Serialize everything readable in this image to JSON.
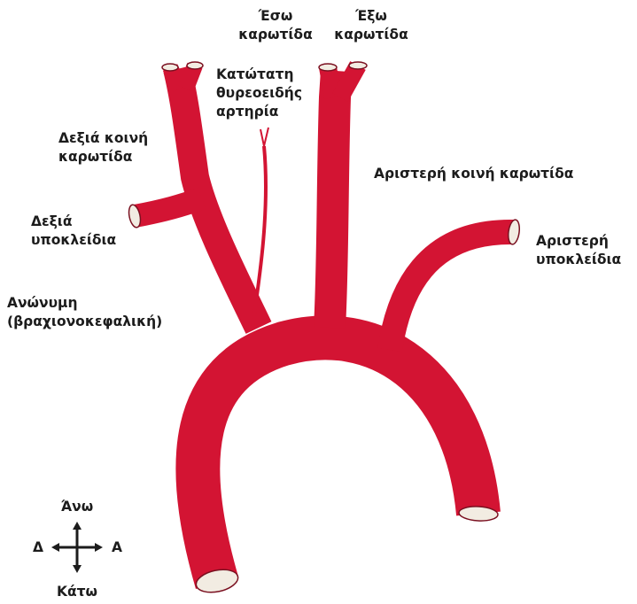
{
  "labels": {
    "internal_carotid": [
      "Έσω",
      "καρωτίδα"
    ],
    "external_carotid": [
      "Έξω",
      "καρωτίδα"
    ],
    "inferior_thyroid_artery": [
      "Κατώτατη",
      "θυρεοειδής",
      "αρτηρία"
    ],
    "right_common_carotid": [
      "Δεξιά κοινή",
      "καρωτίδα"
    ],
    "left_common_carotid": [
      "Αριστερή κοινή καρωτίδα"
    ],
    "right_subclavian": [
      "Δεξιά",
      "υποκλείδια"
    ],
    "left_subclavian": [
      "Αριστερή",
      "υποκλείδια"
    ],
    "brachiocephalic": [
      "Ανώνυμη",
      "(βραχιονοκεφαλική)"
    ]
  },
  "compass": {
    "up": "Άνω",
    "down": "Κάτω",
    "left": "Δ",
    "right": "Α"
  },
  "colors": {
    "artery": "#d31433",
    "artery_lumen": "#f2ece2",
    "artery_rim": "#7a1020",
    "text": "#1c1c1c"
  }
}
